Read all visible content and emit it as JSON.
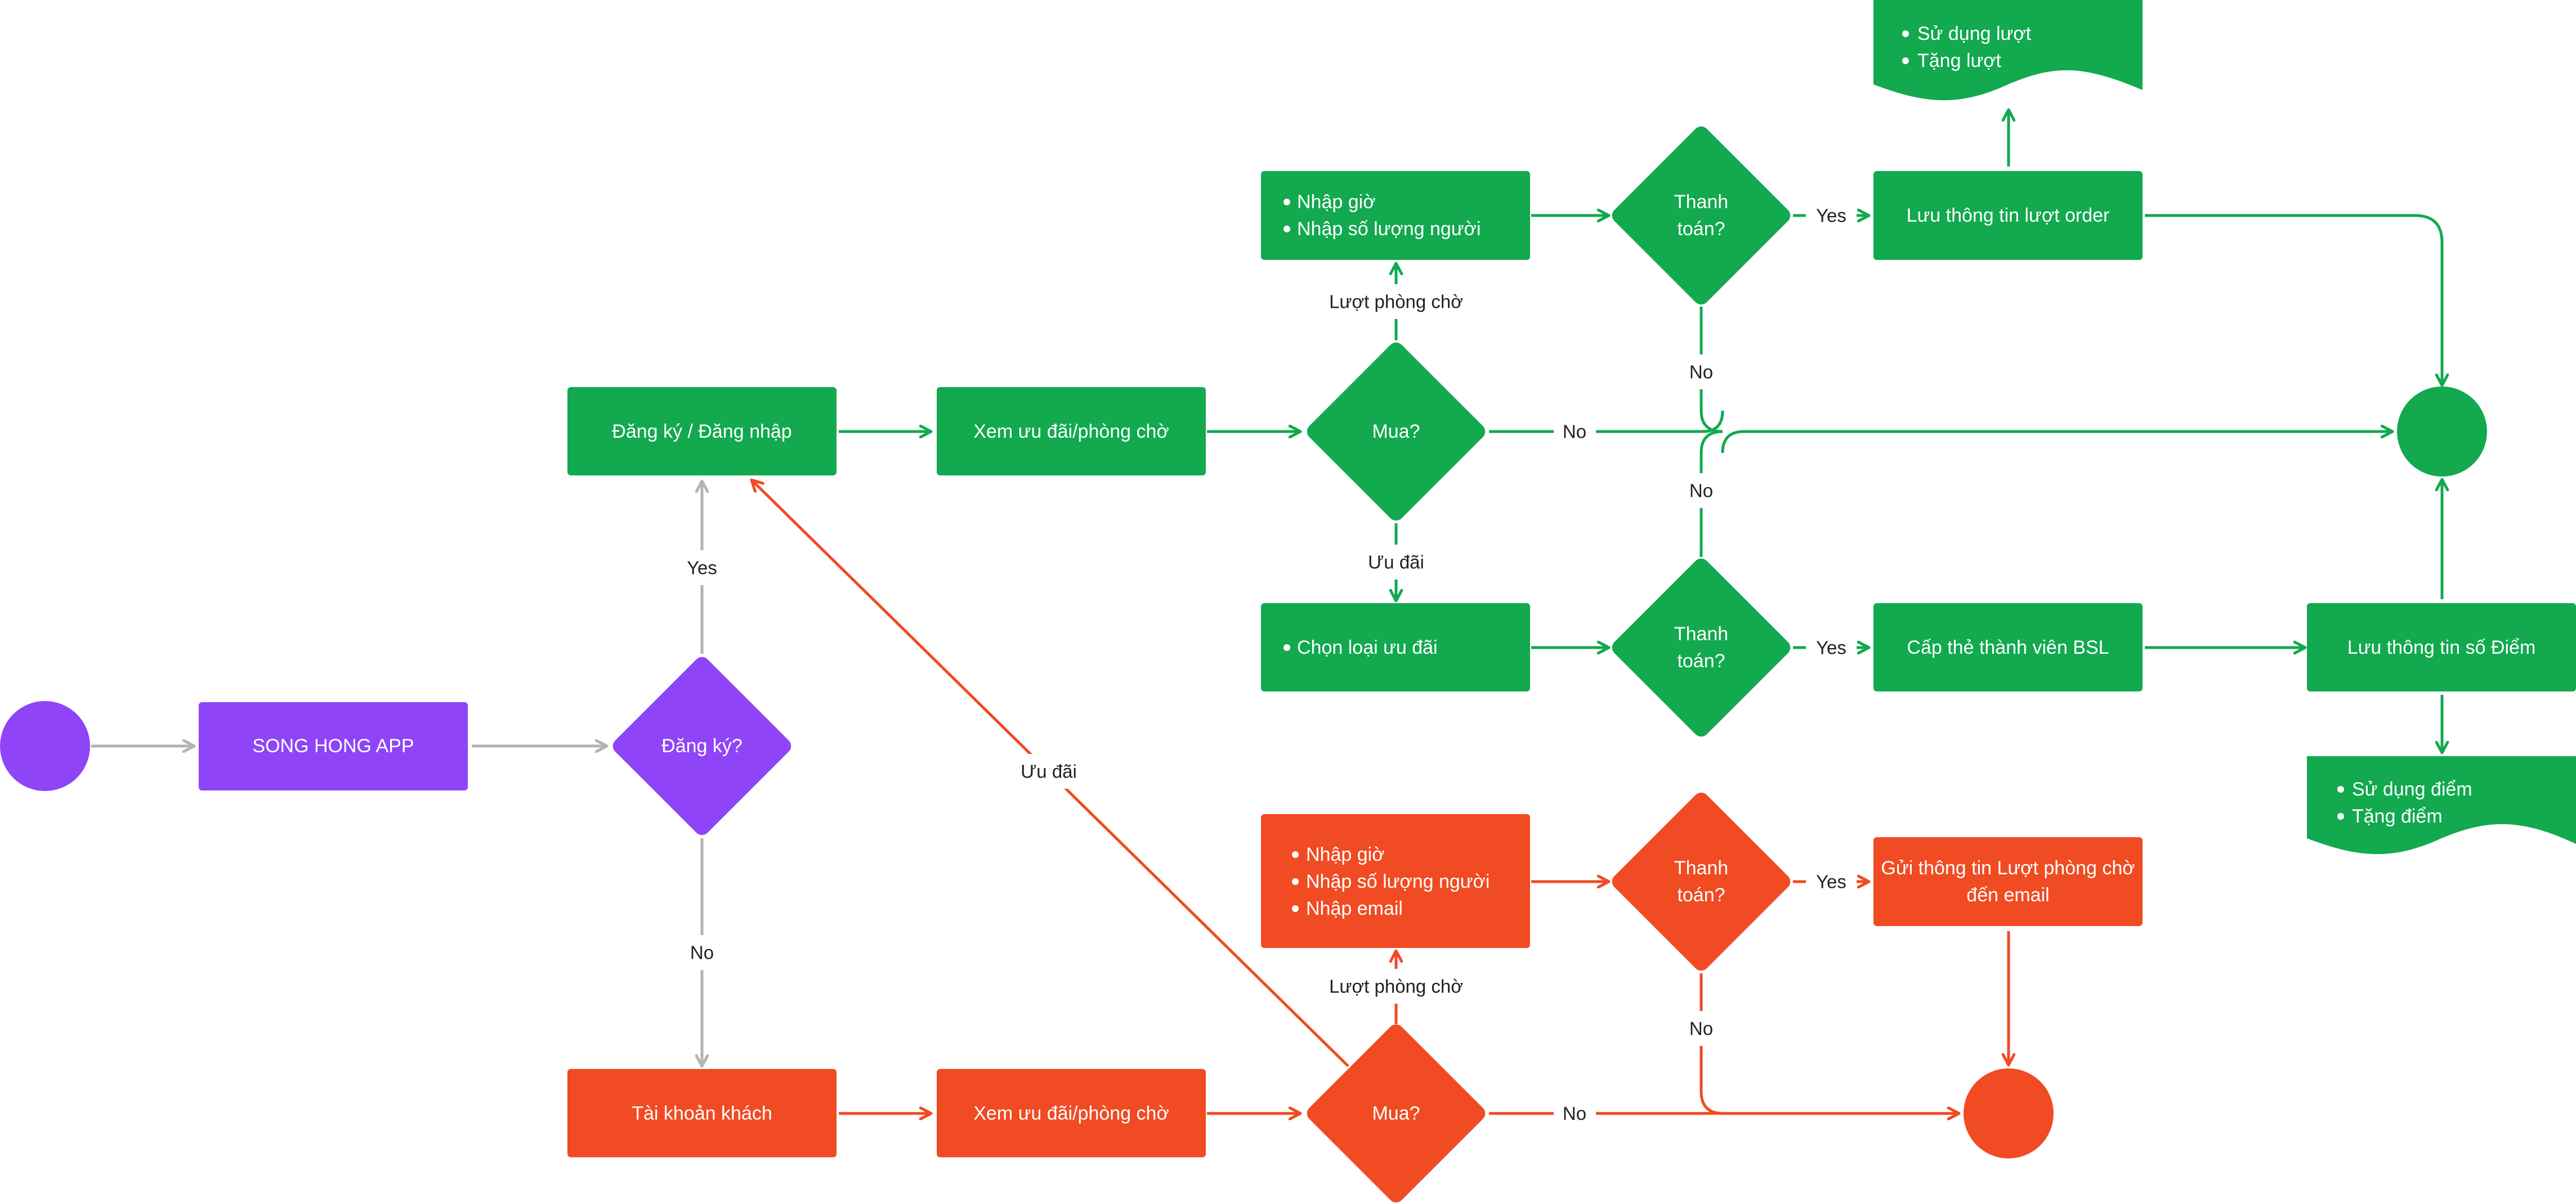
{
  "colors": {
    "green": "#12a94f",
    "red": "#f04b22",
    "purple": "#8f44f7",
    "gray": "#b3b3b3",
    "text_light": "#ffffff",
    "text_dark": "#222222"
  },
  "nodes": {
    "start_circle": {
      "label": ""
    },
    "song_hong_app": {
      "label": "SONG HONG APP"
    },
    "dang_ky_decision": {
      "label": "Đăng ký?"
    },
    "dang_ky_dang_nhap": {
      "label": "Đăng ký / Đăng nhập"
    },
    "xem_uu_dai_green": {
      "label": "Xem ưu đãi/phòng chờ"
    },
    "mua_green": {
      "label": "Mua?"
    },
    "nhap_gio_green": {
      "items": [
        "Nhập giờ",
        "Nhập số lượng người"
      ]
    },
    "thanh_toan_green_top": {
      "lines": [
        "Thanh",
        "toán?"
      ]
    },
    "luu_thong_tin_luot_order": {
      "label": "Lưu thông tin lượt order"
    },
    "su_dung_luot_doc": {
      "items": [
        "Sử dụng lượt",
        "Tặng lượt"
      ]
    },
    "end_circle_green": {
      "label": ""
    },
    "chon_loai_uu_dai": {
      "items": [
        "Chọn loại ưu đãi"
      ]
    },
    "thanh_toan_green_mid": {
      "lines": [
        "Thanh",
        "toán?"
      ]
    },
    "cap_the_thanh_vien": {
      "label": "Cấp thẻ thành viên BSL"
    },
    "luu_thong_tin_so_diem": {
      "label": "Lưu thông tin số Điểm"
    },
    "su_dung_diem_doc": {
      "items": [
        "Sử dụng điểm",
        "Tặng điểm"
      ]
    },
    "tai_khoan_khach": {
      "label": "Tài khoản khách"
    },
    "xem_uu_dai_red": {
      "label": "Xem ưu đãi/phòng chờ"
    },
    "mua_red": {
      "label": "Mua?"
    },
    "nhap_gio_red": {
      "items": [
        "Nhập giờ",
        "Nhập số lượng người",
        "Nhập email"
      ]
    },
    "thanh_toan_red": {
      "lines": [
        "Thanh",
        "toán?"
      ]
    },
    "gui_thong_tin": {
      "lines": [
        "Gửi thông tin Lượt phòng chờ",
        "đến email"
      ]
    },
    "end_circle_red": {
      "label": ""
    }
  },
  "edge_labels": {
    "yes_dang_ky": "Yes",
    "no_dang_ky": "No",
    "luot_phong_cho_green": "Lượt phòng chờ",
    "uu_dai_green": "Ưu đãi",
    "no_mua_green": "No",
    "yes_thanh_toan_top": "Yes",
    "no_thanh_toan_top": "No",
    "no_thanh_toan_mid": "No",
    "yes_thanh_toan_mid": "Yes",
    "uu_dai_red": "Ưu đãi",
    "luot_phong_cho_red": "Lượt phòng chờ",
    "yes_thanh_toan_red": "Yes",
    "no_thanh_toan_red": "No",
    "no_mua_red": "No"
  }
}
